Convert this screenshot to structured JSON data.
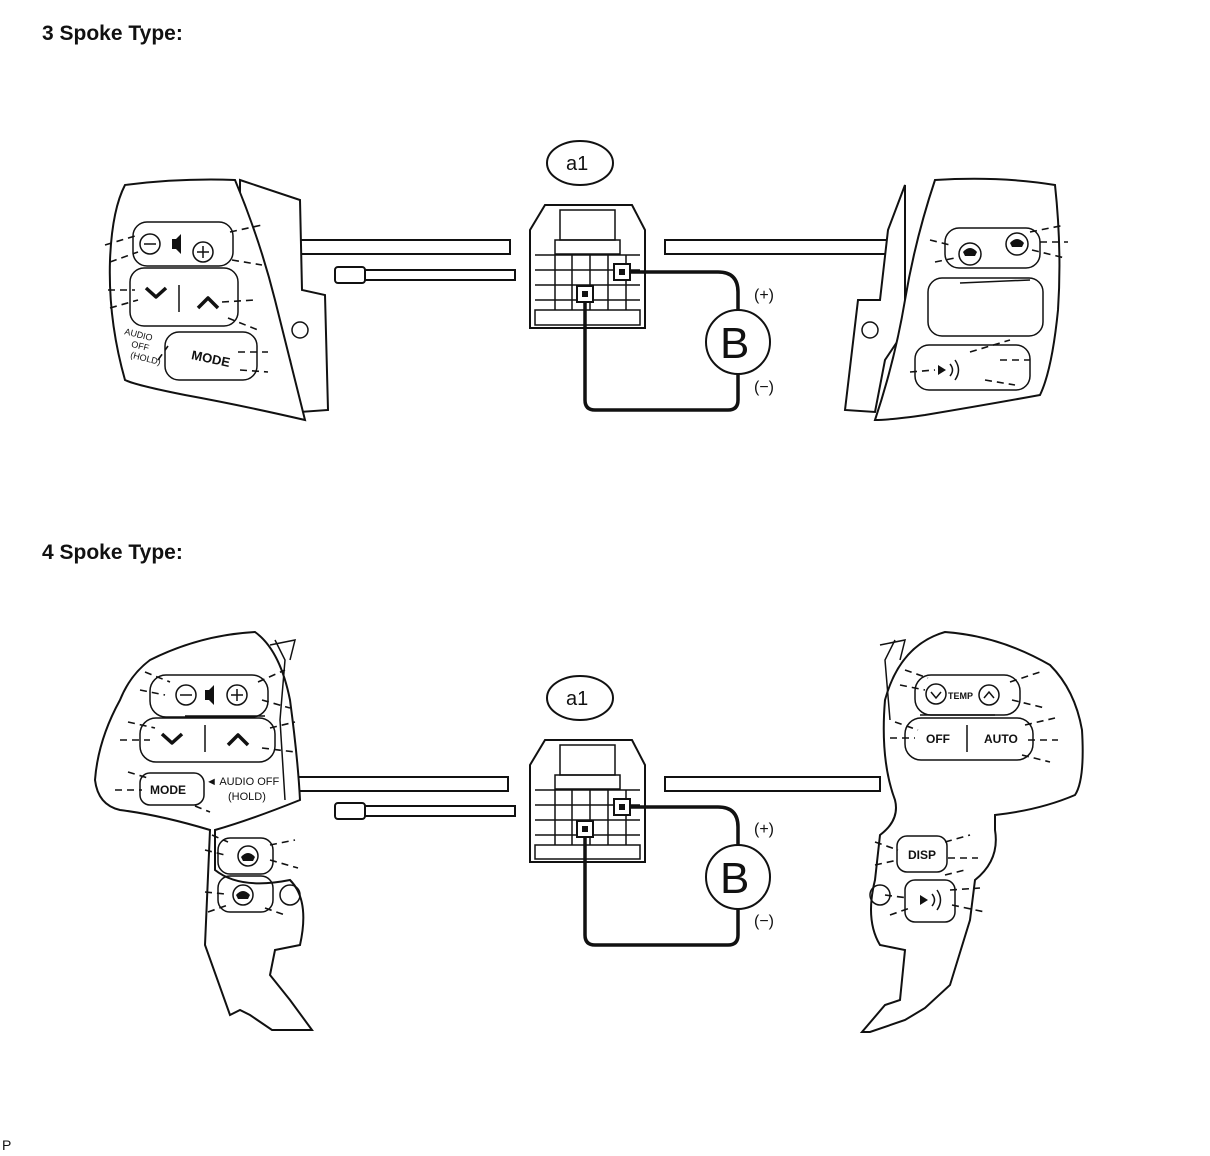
{
  "section_3spoke": {
    "title": "3 Spoke Type:",
    "connector_label": "a1",
    "battery_label": "B",
    "plus_label": "(+)",
    "minus_label": "(−)",
    "left_switch": {
      "mode_label": "MODE",
      "audio_off_line1": "AUDIO",
      "audio_off_line2": "OFF",
      "audio_off_line3": "(HOLD)"
    }
  },
  "section_4spoke": {
    "title": "4 Spoke Type:",
    "connector_label": "a1",
    "battery_label": "B",
    "plus_label": "(+)",
    "minus_label": "(−)",
    "left_switch": {
      "mode_label": "MODE",
      "audio_off_line1": "◄ AUDIO OFF",
      "audio_off_line2": "(HOLD)"
    },
    "right_switch": {
      "temp_label": "TEMP",
      "off_label": "OFF",
      "auto_label": "AUTO",
      "disp_label": "DISP"
    }
  },
  "footer_mark": "P"
}
